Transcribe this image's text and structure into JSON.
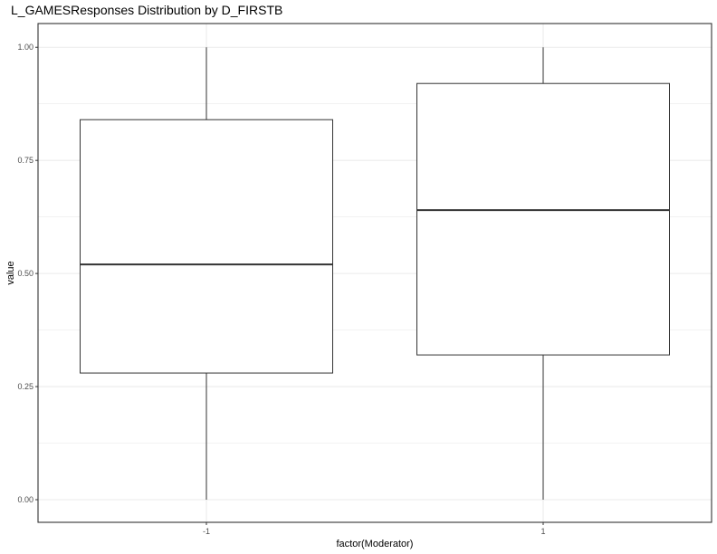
{
  "chart_data": {
    "type": "boxplot",
    "title": "L_GAMESResponses Distribution by D_FIRSTB",
    "xlabel": "factor(Moderator)",
    "ylabel": "value",
    "categories": [
      "-1",
      "1"
    ],
    "ylim": [
      -0.05,
      1.0
    ],
    "yticks": [
      0.0,
      0.25,
      0.5,
      0.75,
      1.0
    ],
    "ytick_labels": [
      "0.00",
      "0.25",
      "0.50",
      "0.75",
      "1.00"
    ],
    "boxes": [
      {
        "category": "-1",
        "min": 0.0,
        "q1": 0.28,
        "median": 0.52,
        "q3": 0.84,
        "max": 1.0
      },
      {
        "category": "1",
        "min": 0.0,
        "q1": 0.32,
        "median": 0.64,
        "q3": 0.92,
        "max": 1.0
      }
    ],
    "grid": true,
    "colors": {
      "box_fill": "#ffffff",
      "box_stroke": "#333333",
      "grid": "#ebebeb",
      "panel_border": "#333333"
    }
  }
}
